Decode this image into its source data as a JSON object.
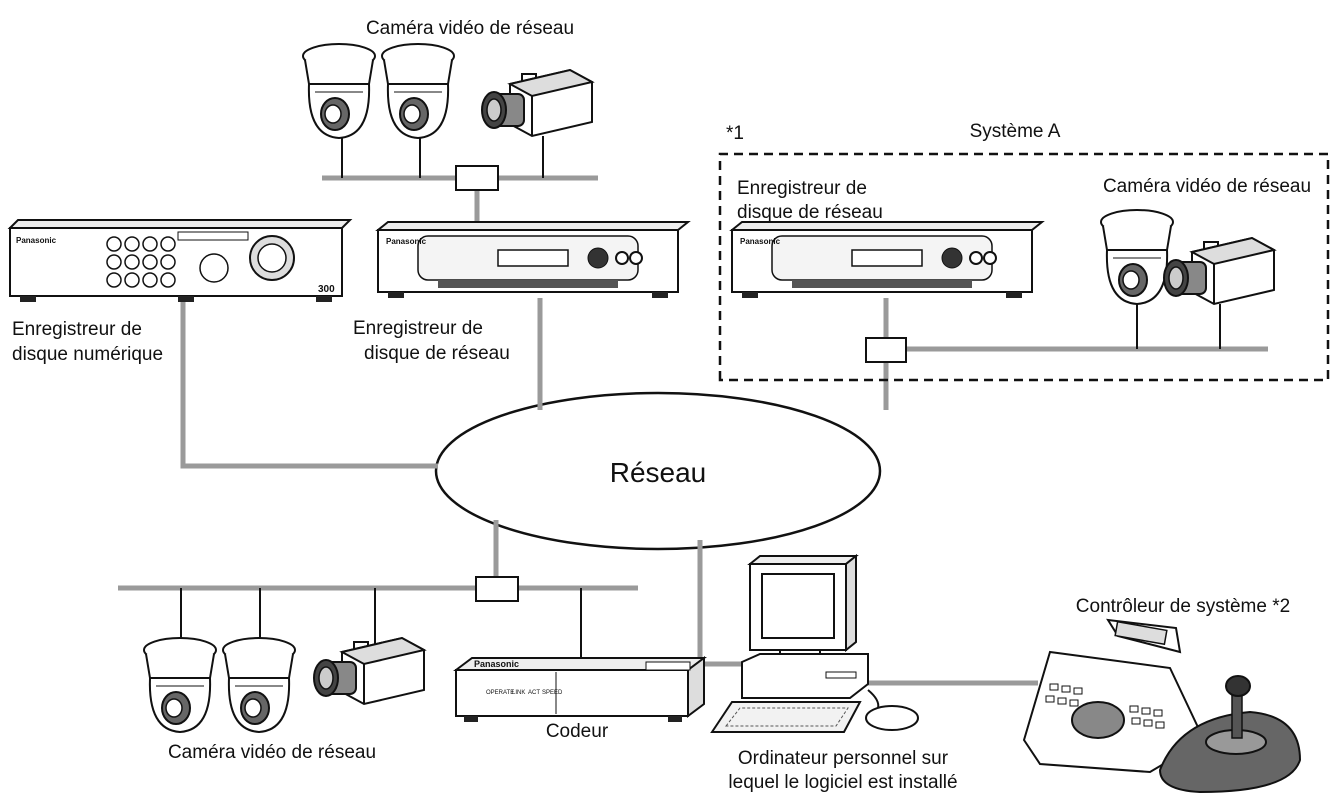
{
  "labels": {
    "network": "Réseau",
    "cameras_top": "Caméra vidéo de réseau",
    "cameras_bottom": "Caméra vidéo de réseau",
    "cameras_system_a": "Caméra vidéo de réseau",
    "system_a": "Système A",
    "note1": "*1",
    "dvr_line1": "Enregistreur de",
    "dvr_line2": "disque numérique",
    "nvr_line1": "Enregistreur de",
    "nvr_line2": "disque de réseau",
    "nvr_a_line1": "Enregistreur de",
    "nvr_a_line2": "disque de réseau",
    "encoder": "Codeur",
    "pc_line1": "Ordinateur personnel sur",
    "pc_line2": "lequel le logiciel est installé",
    "controller": "Contrôleur de système *2"
  },
  "brand": "Panasonic",
  "model_badge": "300",
  "encoder_leds": [
    "OPERATE",
    "LINK",
    "ACT",
    "SPEED"
  ],
  "colors": {
    "line": "#9a9a9a",
    "outline": "#111111",
    "background": "#ffffff"
  }
}
